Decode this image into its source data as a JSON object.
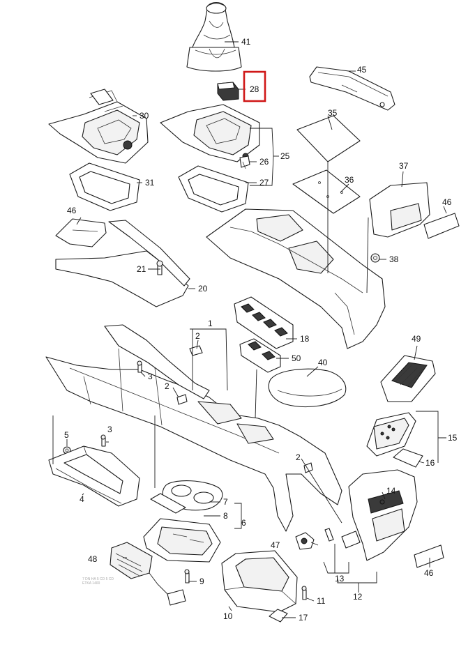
{
  "diagram": {
    "highlight_color": "#d01818",
    "highlighted_label": "28",
    "labels": [
      "41",
      "28",
      "45",
      "30",
      "35",
      "25",
      "26",
      "27",
      "31",
      "37",
      "36",
      "46",
      "38",
      "46",
      "21",
      "20",
      "1",
      "18",
      "2",
      "50",
      "40",
      "49",
      "3",
      "2",
      "5",
      "3",
      "15",
      "16",
      "2",
      "14",
      "4",
      "7",
      "8",
      "6",
      "47",
      "48",
      "9",
      "13",
      "12",
      "46",
      "11",
      "10",
      "17"
    ],
    "watermark": [
      "7 DN HA 5 CD 5 CD",
      "ETKA 1400"
    ]
  }
}
